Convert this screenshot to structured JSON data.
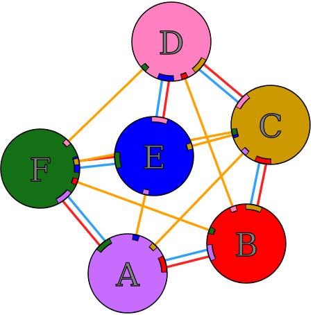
{
  "colors": {
    "orange_edge": "#ffa000",
    "red_stripe": "#ff2020",
    "blue_stripe": "#30a0ff",
    "outline": "#000000"
  },
  "nodes": [
    {
      "id": "A",
      "label": "A",
      "fill": "#c86bff"
    },
    {
      "id": "B",
      "label": "B",
      "fill": "#ff0000"
    },
    {
      "id": "C",
      "label": "C",
      "fill": "#cc9900"
    },
    {
      "id": "D",
      "label": "D",
      "fill": "#ff80c0"
    },
    {
      "id": "E",
      "label": "E",
      "fill": "#0000ff"
    },
    {
      "id": "F",
      "label": "F",
      "fill": "#147014"
    }
  ],
  "edges": [
    {
      "from": "D",
      "to": "E",
      "style": "double"
    },
    {
      "from": "D",
      "to": "C",
      "style": "double"
    },
    {
      "from": "C",
      "to": "B",
      "style": "double"
    },
    {
      "from": "B",
      "to": "A",
      "style": "double"
    },
    {
      "from": "A",
      "to": "F",
      "style": "double"
    },
    {
      "from": "F",
      "to": "E",
      "style": "double"
    },
    {
      "from": "D",
      "to": "F",
      "style": "single"
    },
    {
      "from": "D",
      "to": "B",
      "style": "single"
    },
    {
      "from": "E",
      "to": "C",
      "style": "single"
    },
    {
      "from": "E",
      "to": "A",
      "style": "single"
    },
    {
      "from": "F",
      "to": "B",
      "style": "single"
    },
    {
      "from": "F",
      "to": "C",
      "style": "single"
    },
    {
      "from": "A",
      "to": "C",
      "style": "single"
    }
  ]
}
